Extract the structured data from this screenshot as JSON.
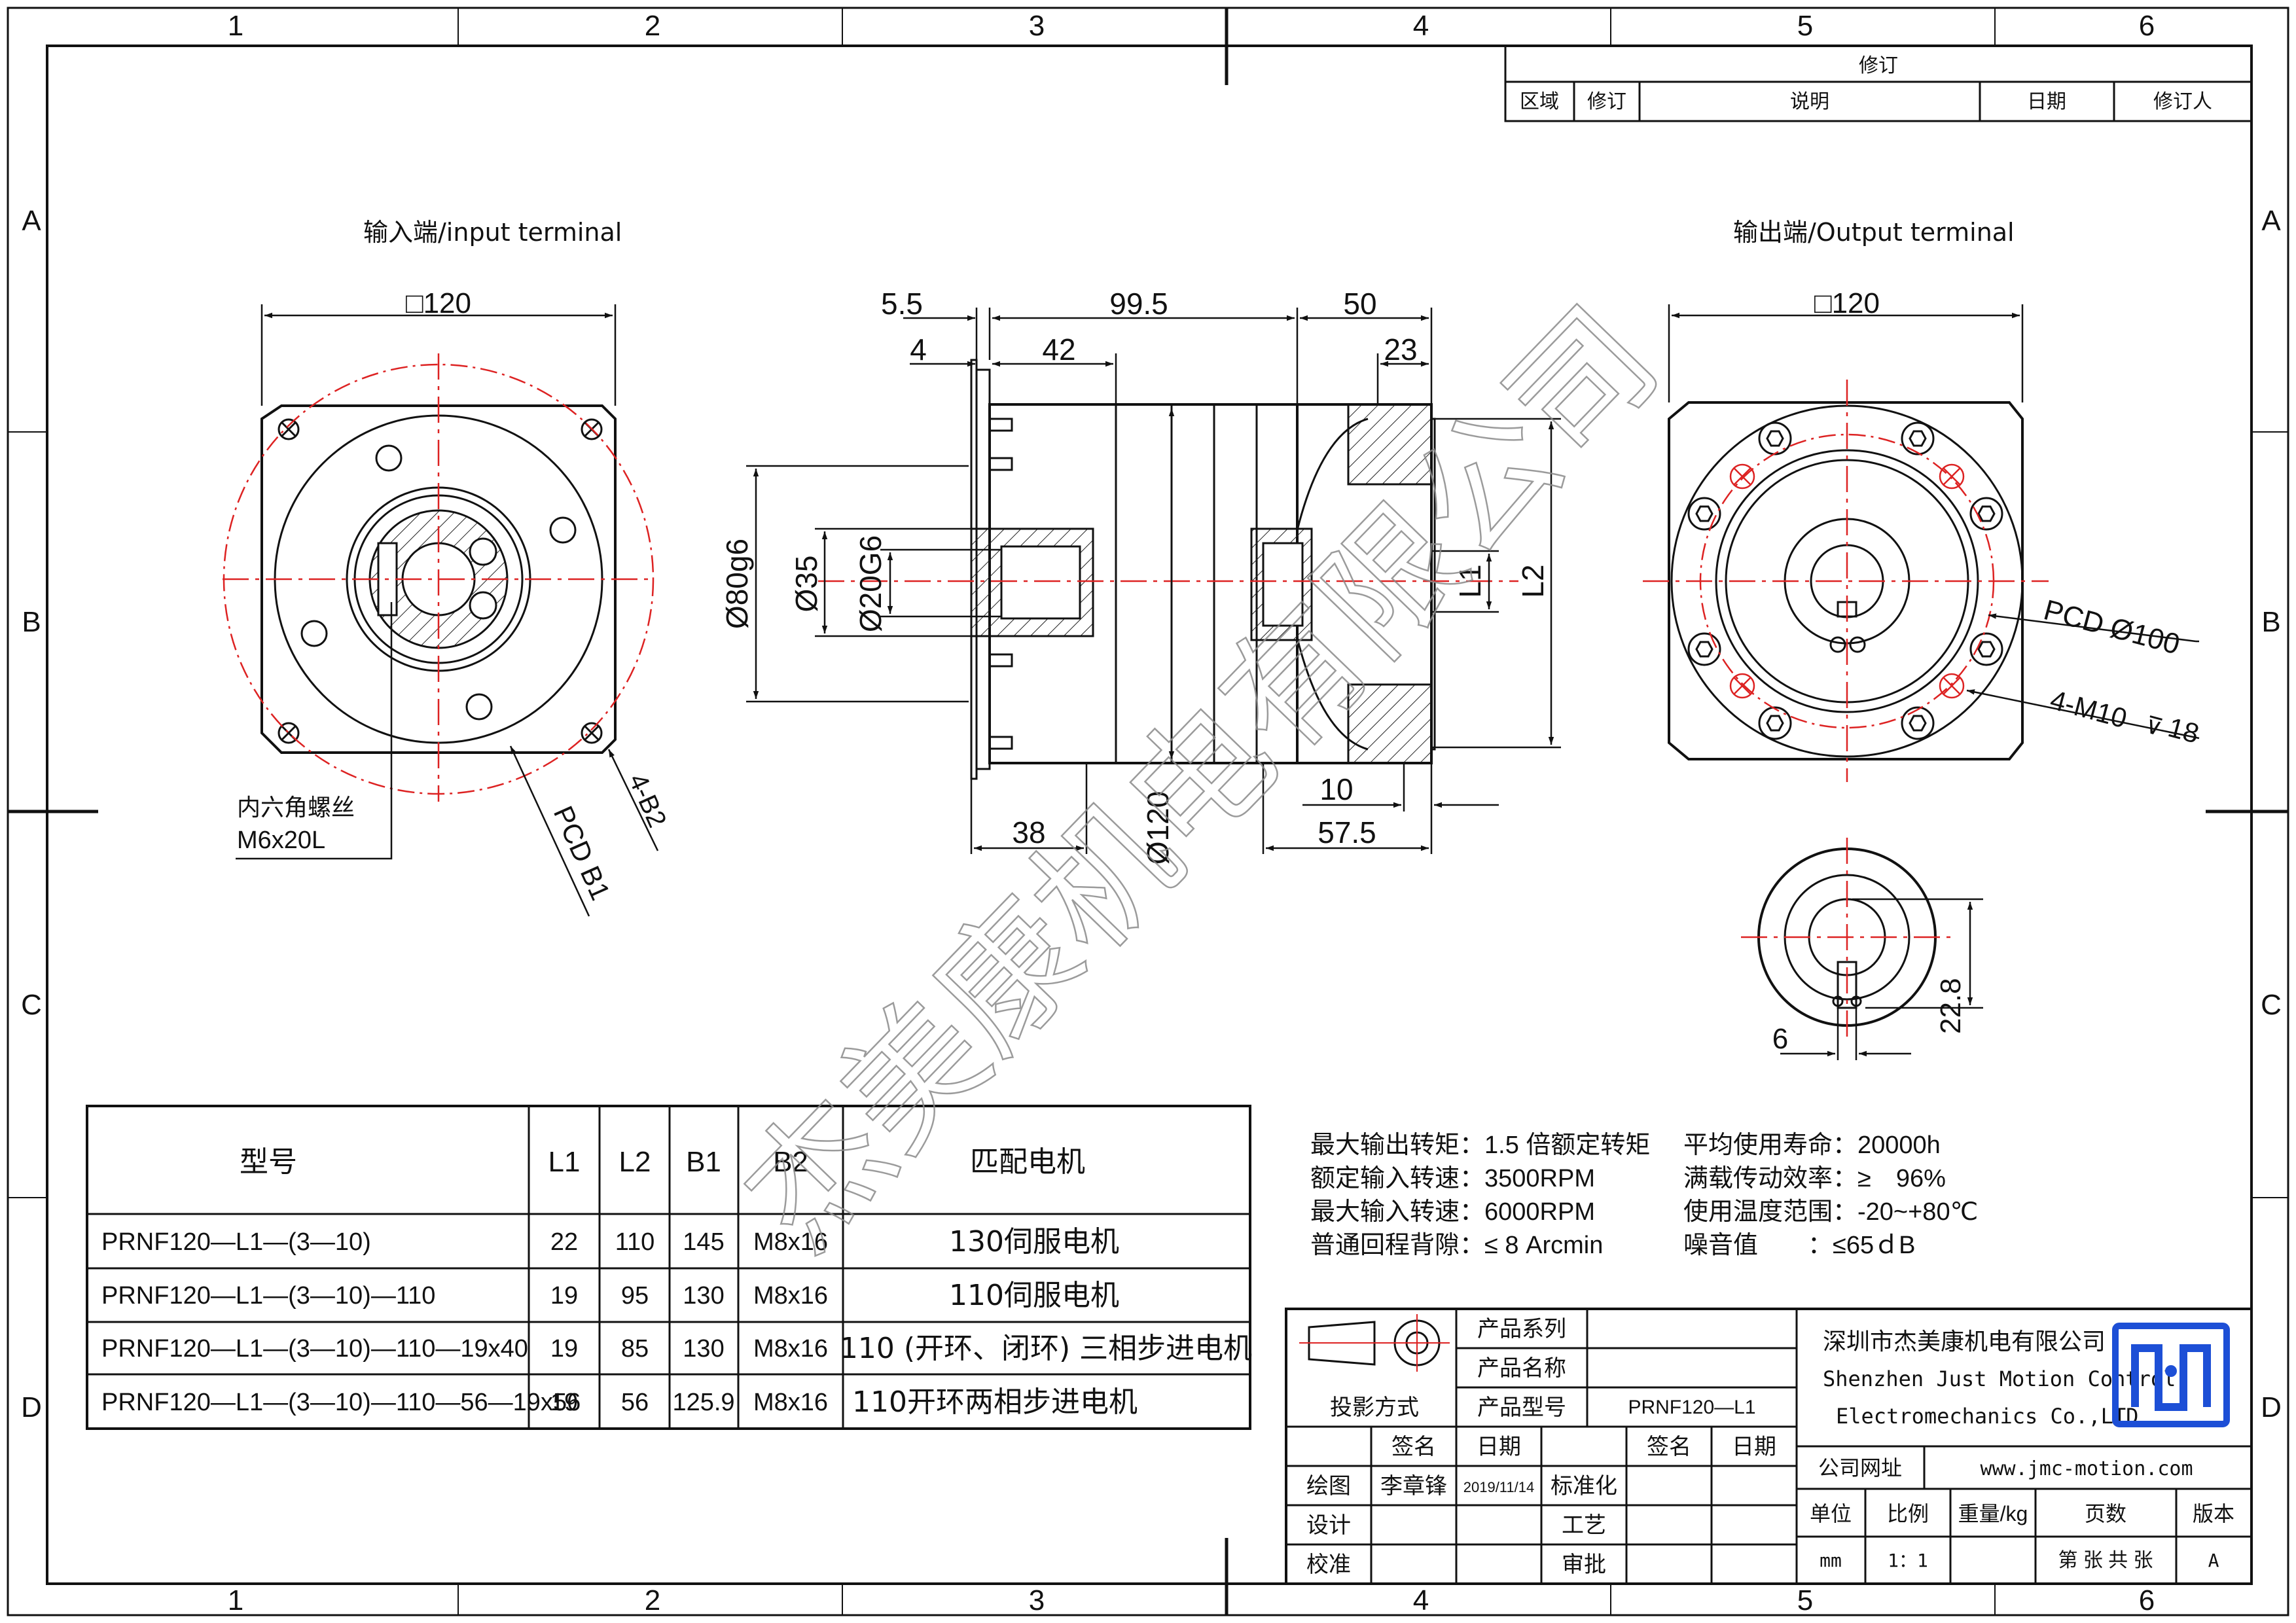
{
  "frame": {
    "columns": [
      "1",
      "2",
      "3",
      "4",
      "5",
      "6"
    ],
    "rows": [
      "A",
      "B",
      "C",
      "D"
    ]
  },
  "revision_block": {
    "title": "修订",
    "headers": [
      "区域",
      "修订",
      "说明",
      "日期",
      "修订人"
    ]
  },
  "views": {
    "input": {
      "title": "输入端/input terminal",
      "dims": {
        "square": "□120",
        "screw_line1": "内六角螺丝",
        "screw_line2": "M6x20L",
        "b2": "4-B2",
        "pcd": "PCD B1"
      }
    },
    "side": {
      "dims": {
        "d_5_5": "5.5",
        "d_99_5": "99.5",
        "d_50": "50",
        "d_4": "4",
        "d_42": "42",
        "d_23": "23",
        "d_80": "Ø80g6",
        "d_35": "Ø35",
        "d_20": "Ø20G6",
        "d_120": "Ø120",
        "l1": "L1",
        "l2": "L2",
        "d_38": "38",
        "d_10": "10",
        "d_57_5": "57.5"
      }
    },
    "output": {
      "title": "输出端/Output terminal",
      "dims": {
        "square": "□120",
        "pcd": "PCD Ø100",
        "thread": "4-M10",
        "thread_depth": "18"
      }
    },
    "shaft_end": {
      "dims": {
        "key_width": "6",
        "key_height": "22.8"
      }
    }
  },
  "model_table": {
    "headers": [
      "型号",
      "L1",
      "L2",
      "B1",
      "B2",
      "匹配电机"
    ],
    "rows": [
      [
        "PRNF120—L1—(3—10)",
        "22",
        "110",
        "145",
        "M8x16",
        "130伺服电机"
      ],
      [
        "PRNF120—L1—(3—10)—110",
        "19",
        "95",
        "130",
        "M8x16",
        "110伺服电机"
      ],
      [
        "PRNF120—L1—(3—10)—110—19x40",
        "19",
        "85",
        "130",
        "M8x16",
        "110 (开环、闭环) 三相步进电机"
      ],
      [
        "PRNF120—L1—(3—10)—110—56—19x56",
        "19",
        "56",
        "125.9",
        "M8x16",
        "110开环两相步进电机"
      ]
    ]
  },
  "specs": {
    "left": [
      "最大输出转矩：1.5 倍额定转矩",
      "额定输入转速：3500RPM",
      "最大输入转速：6000RPM",
      "普通回程背隙：≤ 8 Arcmin"
    ],
    "right": [
      "平均使用寿命：20000h",
      "满载传动效率：≥　96%",
      "使用温度范围：-20~+80℃",
      "噪音值　　：≤65ｄB"
    ]
  },
  "title_block": {
    "series_label": "产品系列",
    "name_label": "产品名称",
    "model_label": "产品型号",
    "model_value": "PRNF120—L1",
    "projection_label": "投影方式",
    "sign_label": "签名",
    "date_label": "日期",
    "sign_label_2": "签名",
    "date_label_2": "日期",
    "draw_label": "绘图",
    "drawer": "李章锋",
    "draw_date": "2019/11/14",
    "standard_label": "标准化",
    "design_label": "设计",
    "process_label": "工艺",
    "check_label": "校准",
    "approve_label": "审批",
    "company_cn": "深圳市杰美康机电有限公司",
    "company_en_1": "Shenzhen Just Motion Control",
    "company_en_2": "Electromechanics Co.,LTD",
    "website_label": "公司网址",
    "website": "www.jmc-motion.com",
    "unit_label": "单位",
    "scale_label": "比例",
    "weight_label": "重量/kg",
    "pages_label": "页数",
    "version_label": "版本",
    "unit": "mm",
    "scale": "1：1",
    "pages_value": "第 张 共 张",
    "version": "A"
  },
  "watermark": "杰美康机电有限公司",
  "colors": {
    "line": "#111111",
    "centerline": "#dd2222",
    "logo_blue": "#1d4fd6"
  }
}
